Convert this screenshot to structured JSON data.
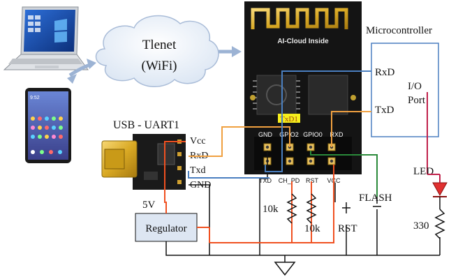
{
  "cloud": {
    "line1": "Tlenet",
    "line2": "(WiFi)"
  },
  "module": {
    "brand": "AI-Cloud Inside",
    "top_pins": [
      "GND",
      "GPIO2",
      "GPIO0",
      "RXD"
    ],
    "bottom_pins": [
      "TXD",
      "CH_PD",
      "RST",
      "VCC"
    ],
    "txd1_tag": "TxD1"
  },
  "usb_uart": {
    "title": "USB - UART1",
    "pins": [
      "Vcc",
      "RxD",
      "Txd",
      "GND"
    ]
  },
  "microcontroller": {
    "title": "Microcontroller",
    "rxd": "RxD",
    "txd": "TxD",
    "io_port": "I/O\nPort"
  },
  "power": {
    "supply_label": "5V",
    "regulator_label": "Regulator"
  },
  "resistors": {
    "r1": "10k",
    "r2": "10k",
    "r3": "330"
  },
  "switches": {
    "flash": "FLASH",
    "rst": "RST"
  },
  "led_label": "LED",
  "colors": {
    "orange_wire": "#f0a040",
    "blue_wire": "#4a7fc0",
    "red_wire": "#f05020",
    "led_wire": "#c0204a",
    "green_wire": "#2a8a3a"
  }
}
